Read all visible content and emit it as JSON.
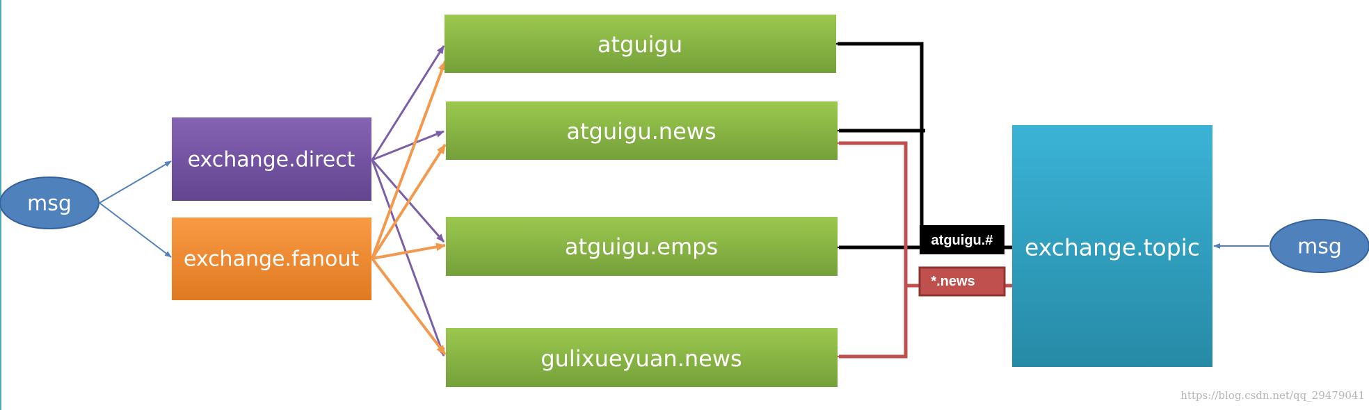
{
  "left_msg": "msg",
  "right_msg": "msg",
  "exchanges": {
    "direct": "exchange.direct",
    "fanout": "exchange.fanout",
    "topic": "exchange.topic"
  },
  "queues": [
    "atguigu",
    "atguigu.news",
    "atguigu.emps",
    "gulixueyuan.news"
  ],
  "bindings": {
    "topic_black": "atguigu.#",
    "topic_red": "*.news"
  },
  "watermark": "https://blog.csdn.net/qq_29479041",
  "colors": {
    "direct": "#7a58a6",
    "fanout": "#f5913a",
    "topic": "#34a7c8",
    "queue": "#86b544",
    "msg": "#4f81bd",
    "black_binding": "#000000",
    "red_binding": "#c0504d",
    "direct_arrow": "#7a5fa8",
    "fanout_arrow": "#f3994d",
    "msg_arrow": "#5080c0"
  }
}
